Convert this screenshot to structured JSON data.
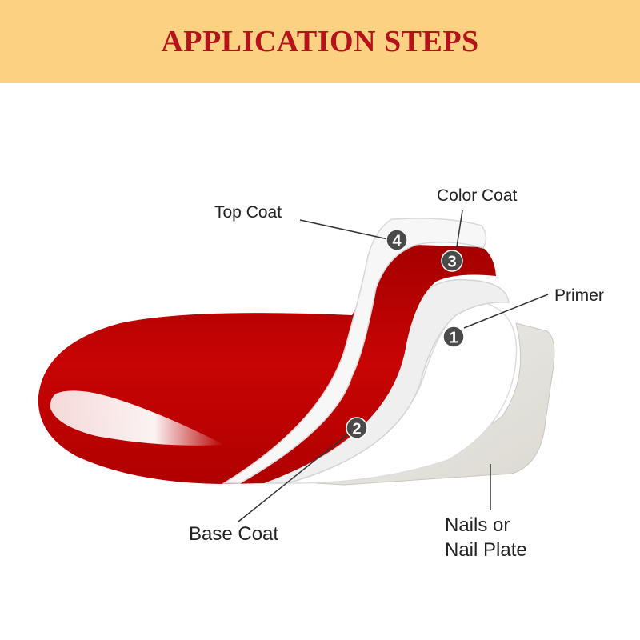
{
  "header": {
    "title": "APPLICATION STEPS"
  },
  "colors": {
    "banner": "#fcd282",
    "title": "#b5121b",
    "gel_red": "#c00000",
    "marker": "#4a4a4a"
  },
  "layers": [
    {
      "number": "1",
      "label": "Primer"
    },
    {
      "number": "2",
      "label": "Base Coat"
    },
    {
      "number": "3",
      "label": "Color Coat"
    },
    {
      "number": "4",
      "label": "Top Coat"
    }
  ],
  "nail": {
    "label_line1": "Nails or",
    "label_line2": "Nail Plate"
  }
}
